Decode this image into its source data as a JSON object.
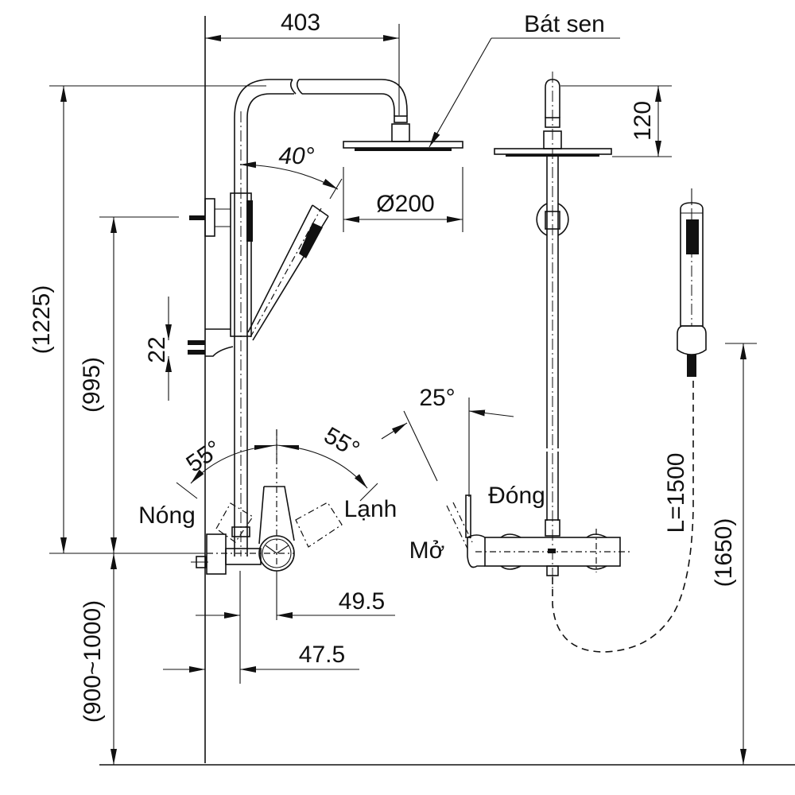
{
  "title": "Shower column technical drawing",
  "labels": {
    "shower_head": "Bát sen",
    "hot": "Nóng",
    "cold": "Lạnh",
    "open": "Mở",
    "close": "Đóng"
  },
  "dimensions": {
    "arm_reach": "403",
    "head_diameter": "Ø200",
    "head_height": "120",
    "total_height": "(1225)",
    "bracket_height": "(995)",
    "holder_offset": "22",
    "mixer_height": "(900~1000)",
    "hand_shower_height": "(1650)",
    "hose_length": "L=1500",
    "offset_a": "49.5",
    "offset_b": "47.5"
  },
  "angles": {
    "hand_shower_tilt": "40°",
    "hot_rotation": "55°",
    "cold_rotation": "55°",
    "lever_tilt": "25°"
  },
  "colors": {
    "line": "#111111",
    "background": "#ffffff"
  }
}
